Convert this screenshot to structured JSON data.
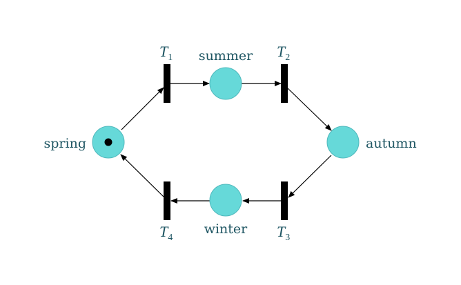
{
  "diagram": {
    "places": [
      {
        "id": "spring",
        "label": "spring",
        "tokens": 1
      },
      {
        "id": "summer",
        "label": "summer",
        "tokens": 0
      },
      {
        "id": "autumn",
        "label": "autumn",
        "tokens": 0
      },
      {
        "id": "winter",
        "label": "winter",
        "tokens": 0
      }
    ],
    "transitions": [
      {
        "id": "T1",
        "base": "T",
        "sub": "1"
      },
      {
        "id": "T2",
        "base": "T",
        "sub": "2"
      },
      {
        "id": "T3",
        "base": "T",
        "sub": "3"
      },
      {
        "id": "T4",
        "base": "T",
        "sub": "4"
      }
    ],
    "arcs": [
      {
        "from": "spring",
        "to": "T1"
      },
      {
        "from": "T1",
        "to": "summer"
      },
      {
        "from": "summer",
        "to": "T2"
      },
      {
        "from": "T2",
        "to": "autumn"
      },
      {
        "from": "autumn",
        "to": "T3"
      },
      {
        "from": "T3",
        "to": "winter"
      },
      {
        "from": "winter",
        "to": "T4"
      },
      {
        "from": "T4",
        "to": "spring"
      }
    ],
    "colors": {
      "place_fill": "#66d9d9",
      "place_stroke": "#4fb8bc",
      "label": "#1f5663",
      "transition": "#000000",
      "token": "#000000"
    }
  }
}
